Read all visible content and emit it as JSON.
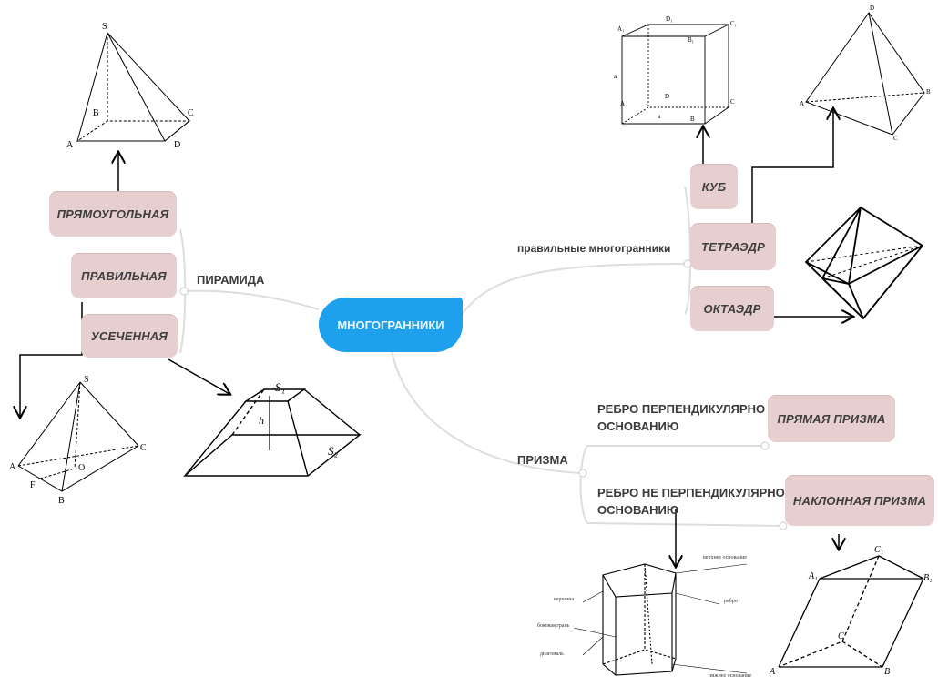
{
  "center": {
    "title": "МНОГОГРАННИКИ"
  },
  "branches": {
    "pyramid": "ПИРАМИДА",
    "regular_polyhedra": "правильные многогранники",
    "prism": "ПРИЗМА"
  },
  "pyramid_types": {
    "rectangular": "ПРЯМОУГОЛЬНАЯ",
    "regular": "ПРАВИЛЬНАЯ",
    "truncated": "УСЕЧЕННАЯ"
  },
  "polyhedra": {
    "cube": "КУБ",
    "tetrahedron": "ТЕТРАЭДР",
    "octahedron": "ОКТАЭДР"
  },
  "prism_conditions": {
    "perpendicular": [
      "РЕБРО ПЕРПЕНДИКУЛЯРНО",
      "ОСНОВАНИЮ"
    ],
    "not_perpendicular": [
      "РЕБРО НЕ ПЕРПЕНДИКУЛЯРНО",
      "ОСНОВАНИЮ"
    ]
  },
  "prism_types": {
    "right": "ПРЯМАЯ ПРИЗМА",
    "oblique": "НАКЛОННАЯ ПРИЗМА"
  },
  "figure_labels": {
    "rect_pyramid": {
      "S": "S",
      "A": "A",
      "B": "B",
      "C": "C",
      "D": "D"
    },
    "reg_pyramid": {
      "S": "S",
      "A": "A",
      "B": "B",
      "C": "C",
      "F": "F",
      "O": "O"
    },
    "frustum": {
      "S1": "S₁",
      "S2": "S₂",
      "h": "h"
    },
    "cube": {
      "A1": "A₁",
      "D1": "D₁",
      "B1": "B₁",
      "C1": "C₁",
      "A": "A",
      "B": "B",
      "C": "C",
      "D": "D",
      "a": "a"
    },
    "tetra": {
      "D": "D",
      "A": "A",
      "B": "B",
      "C": "C"
    },
    "oblique_prism": {
      "A": "A",
      "A1": "A₁",
      "B": "B",
      "B1": "B₁",
      "C": "C",
      "C1": "C₁"
    },
    "prism_parts": {
      "top_base": "верхнее основание",
      "vertex": "вершина",
      "lateral_face": "боковая грань",
      "diagonal": "диагональ",
      "edge": "ребро",
      "bottom_base": "нижнее основание"
    }
  },
  "colors": {
    "center": "#1ea0ec",
    "node": "#e7cfd0",
    "connector": "#dcdcdc"
  }
}
